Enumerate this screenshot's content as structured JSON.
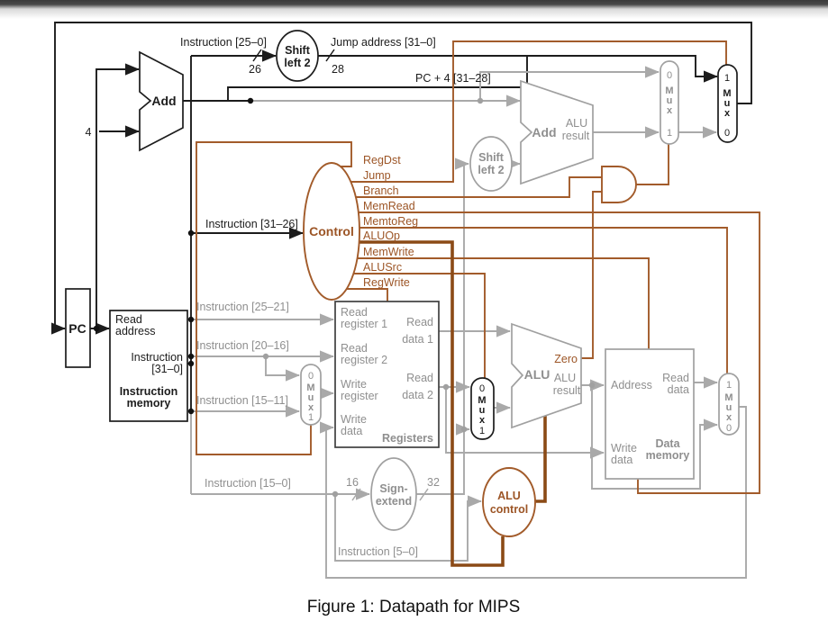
{
  "figure": {
    "caption": "Figure 1: Datapath for MIPS"
  },
  "colors": {
    "black": "#1c1c1c",
    "gray": "#a9a9a9",
    "gray_text": "#8f8f8f",
    "brown": "#a25b2a",
    "brown_thick": "#8b4a16"
  },
  "mux": {
    "m": "M",
    "u": "u",
    "x": "x",
    "i0": "0",
    "i1": "1"
  },
  "buses": {
    "instr_25_0": "Instruction [25–0]",
    "jump_address": "Jump address [31–0]",
    "pc_plus_4": "PC + 4 [31–28]",
    "instr_31_26": "Instruction [31–26]",
    "instr_25_21": "Instruction [25–21]",
    "instr_20_16": "Instruction [20–16]",
    "instr_15_11": "Instruction [15–11]",
    "instr_15_0": "Instruction [15–0]",
    "instr_5_0": "Instruction [5–0]",
    "width26": "26",
    "width28": "28",
    "width16": "16",
    "width32": "32",
    "const4": "4",
    "zero": "Zero"
  },
  "control": {
    "label": "Control",
    "signals": [
      "RegDst",
      "Jump",
      "Branch",
      "MemRead",
      "MemtoReg",
      "ALUOp",
      "MemWrite",
      "ALUSrc",
      "RegWrite"
    ]
  },
  "components": {
    "pc": {
      "label": "PC"
    },
    "pc_adder": {
      "label": "Add"
    },
    "shift_left_2_jump": {
      "line1": "Shift",
      "line2": "left 2"
    },
    "shift_left_2_branch": {
      "line1": "Shift",
      "line2": "left 2"
    },
    "branch_adder": {
      "label": "Add",
      "result1": "ALU",
      "result2": "result"
    },
    "alu": {
      "label": "ALU",
      "result1": "ALU",
      "result2": "result"
    },
    "sign_extend": {
      "line1": "Sign-",
      "line2": "extend"
    },
    "alu_control": {
      "line1": "ALU",
      "line2": "control"
    },
    "instruction_memory": {
      "read": "Read",
      "address": "address",
      "out1": "Instruction",
      "out2": "[31–0]",
      "name1": "Instruction",
      "name2": "memory"
    },
    "registers": {
      "rr1a": "Read",
      "rr1b": "register 1",
      "rr2a": "Read",
      "rr2b": "register 2",
      "wra": "Write",
      "wrb": "register",
      "wda": "Write",
      "wdb": "data",
      "rd1a": "Read",
      "rd1b": "data 1",
      "rd2a": "Read",
      "rd2b": "data 2",
      "name": "Registers"
    },
    "data_memory": {
      "address": "Address",
      "rd1": "Read",
      "rd2": "data",
      "wd1": "Write",
      "wd2": "data",
      "name1": "Data",
      "name2": "memory"
    }
  }
}
